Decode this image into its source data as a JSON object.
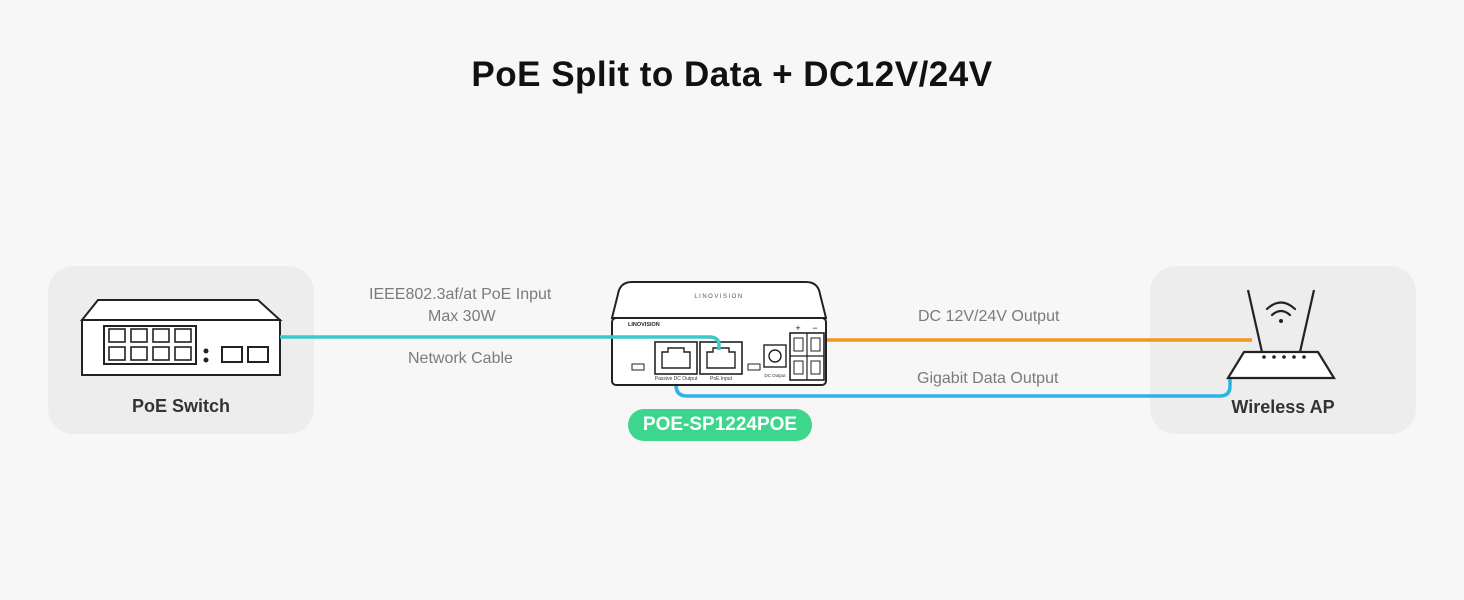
{
  "title": "PoE Split to Data + DC12V/24V",
  "devices": {
    "left": {
      "label": "PoE Switch"
    },
    "right": {
      "label": "Wireless AP"
    },
    "center": {
      "model_badge": "POE-SP1224POE",
      "brand_top": "LINOVISION",
      "brand_front": "LINOVISION",
      "port_left_label": "Passive DC Output",
      "port_right_label": "PoE Input",
      "dc_label": "DC Output"
    }
  },
  "connections": {
    "input_line1": "IEEE802.3af/at PoE Input",
    "input_line2": "Max 30W",
    "cable": "Network Cable",
    "dc_output": "DC 12V/24V Output",
    "data_output": "Gigabit Data Output"
  },
  "colors": {
    "poe_cable": "#3cc9c9",
    "dc_cable": "#f6961e",
    "data_cable": "#2bb4e3",
    "badge": "#3dd68c"
  }
}
